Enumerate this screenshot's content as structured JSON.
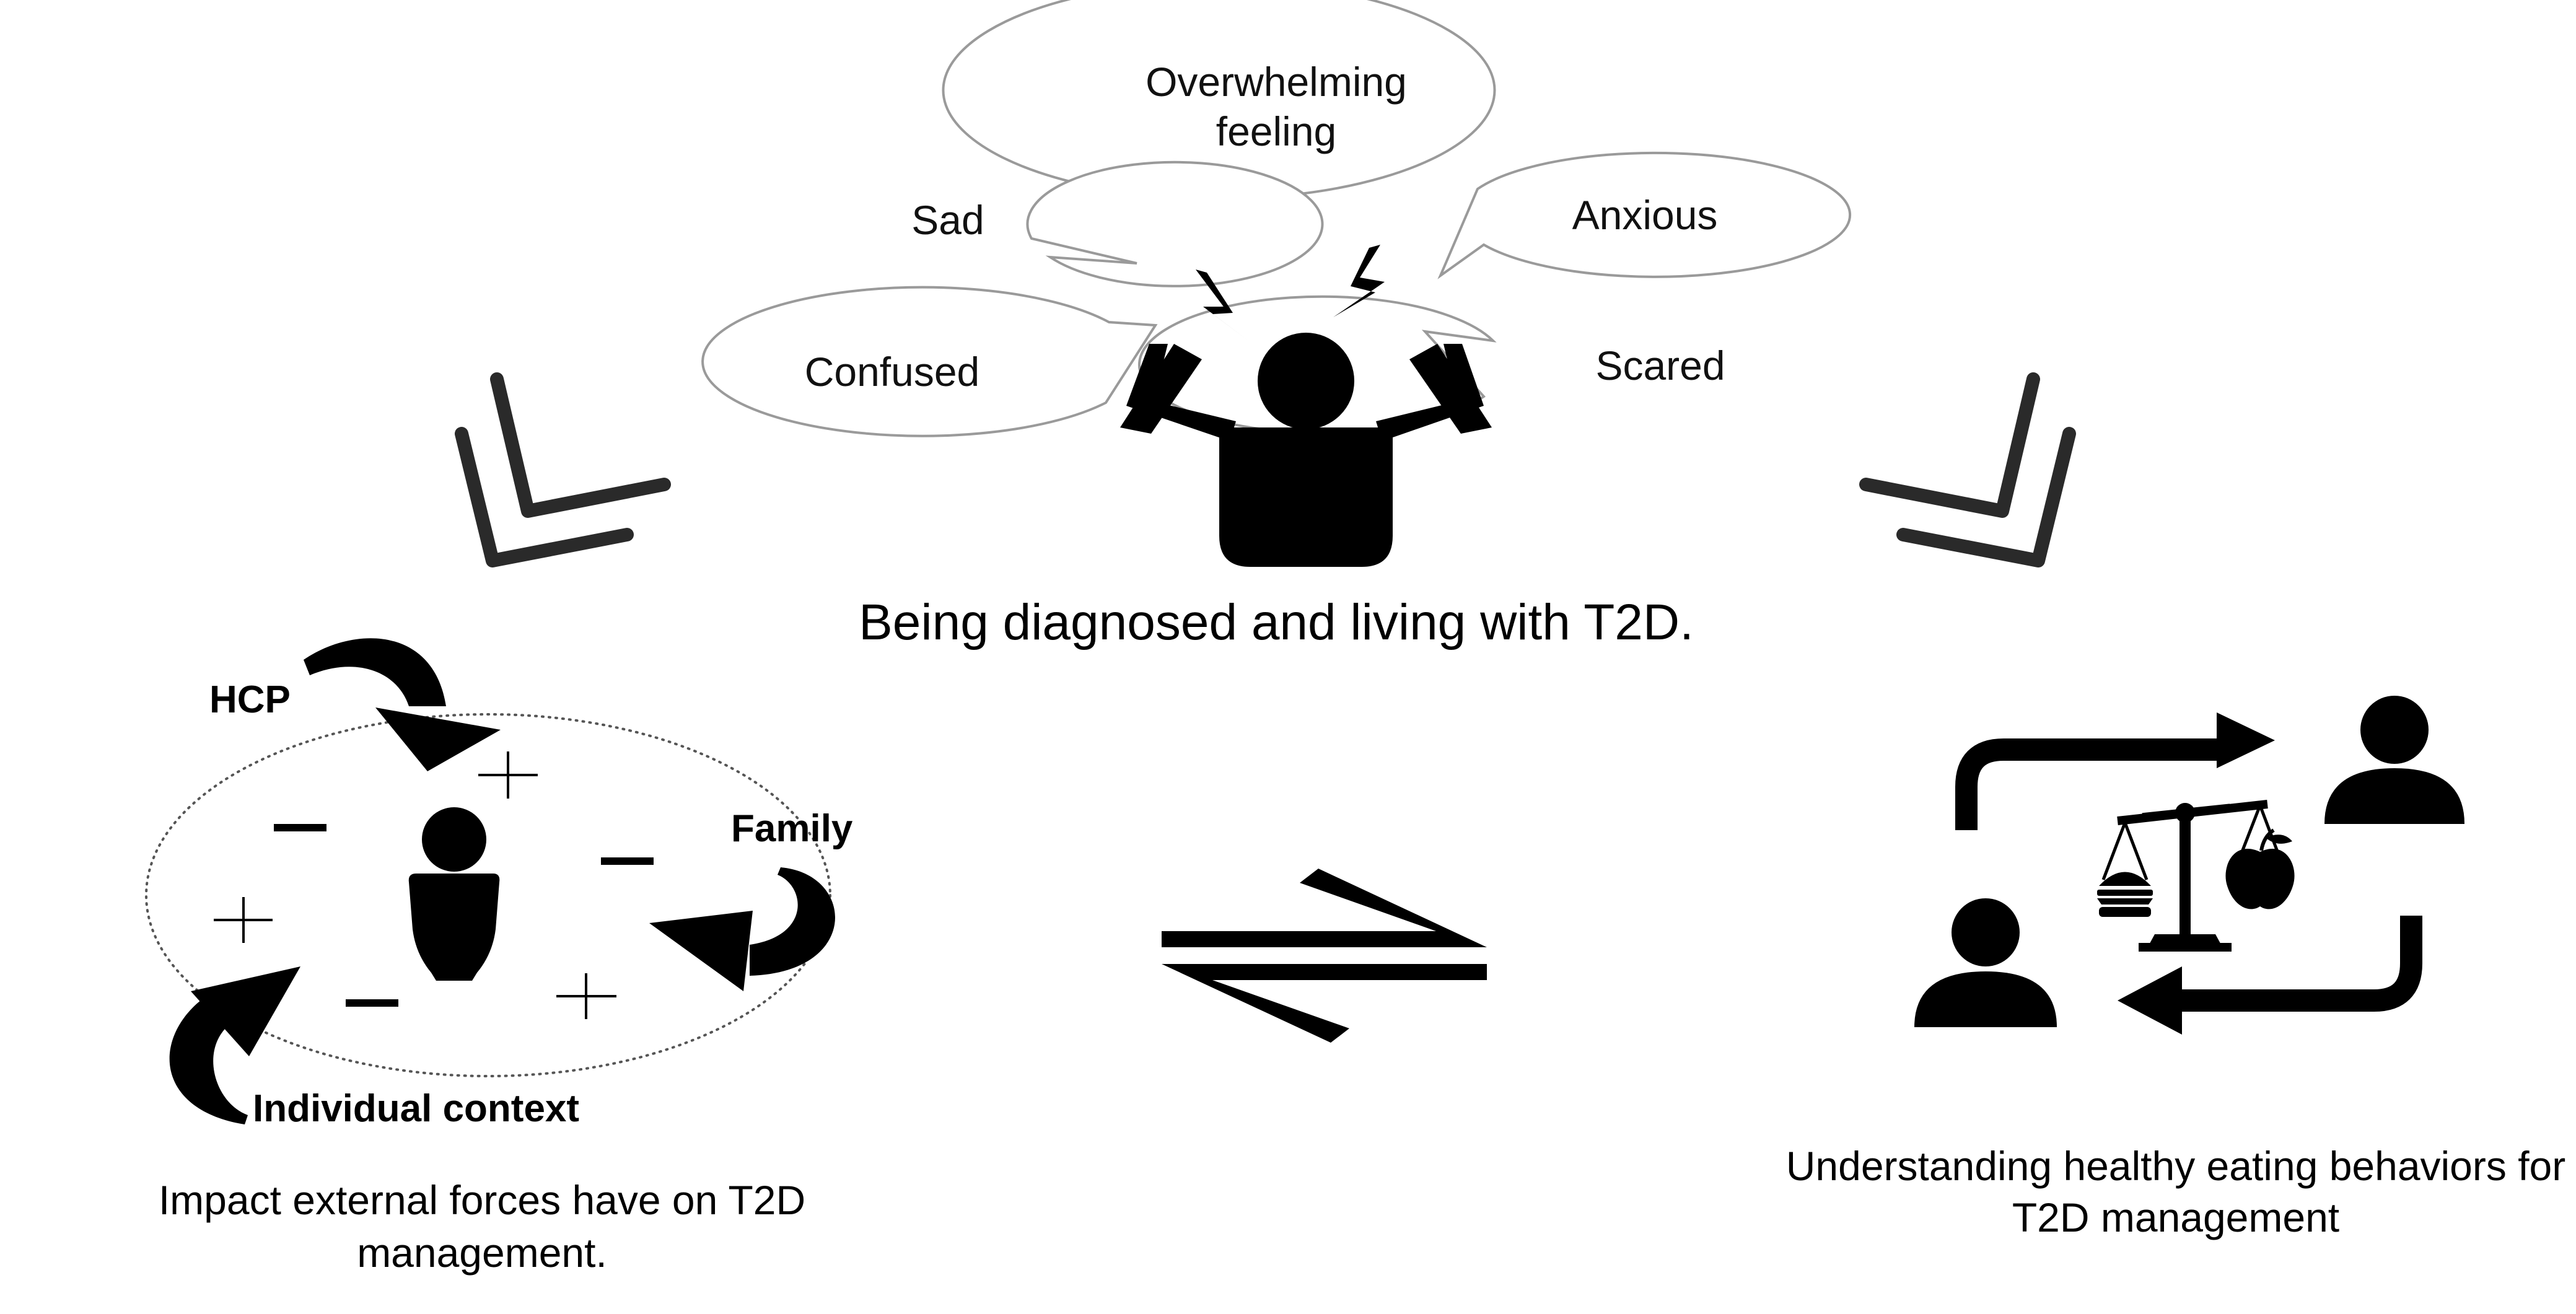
{
  "emotions": {
    "overwhelming_line1": "Overwhelming",
    "overwhelming_line2": "feeling",
    "sad": "Sad",
    "anxious": "Anxious",
    "confused": "Confused",
    "scared": "Scared"
  },
  "center": {
    "caption": "Being diagnosed and living with T2D."
  },
  "left_panel": {
    "hcp_label": "HCP",
    "family_label": "Family",
    "individual_label": "Individual context",
    "caption_line1": "Impact external forces have on T2D",
    "caption_line2": "management.",
    "plus_sign": "+",
    "minus_sign": "—"
  },
  "right_panel": {
    "caption_line1": "Understanding healthy eating behaviors for",
    "caption_line2": "T2D management"
  },
  "colors": {
    "ink": "#000000",
    "chevron": "#2a2a2a",
    "bubble_outline": "#9a9a9a"
  }
}
